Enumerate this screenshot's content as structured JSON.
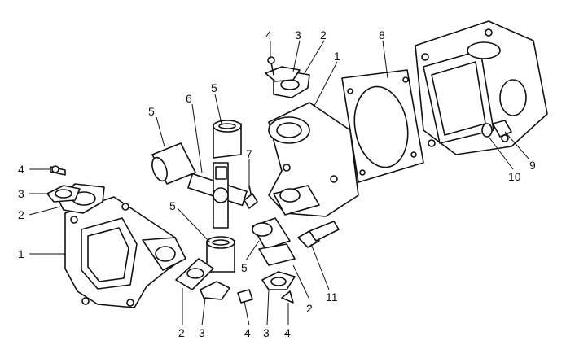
{
  "callouts": [
    {
      "id": "lbl-4-a",
      "text": "4"
    },
    {
      "id": "lbl-3-a",
      "text": "3"
    },
    {
      "id": "lbl-2-a",
      "text": "2"
    },
    {
      "id": "lbl-1-a",
      "text": "1"
    },
    {
      "id": "lbl-8",
      "text": "8"
    },
    {
      "id": "lbl-5-a",
      "text": "5"
    },
    {
      "id": "lbl-6",
      "text": "6"
    },
    {
      "id": "lbl-5-b",
      "text": "5"
    },
    {
      "id": "lbl-7",
      "text": "7"
    },
    {
      "id": "lbl-4-b",
      "text": "4"
    },
    {
      "id": "lbl-3-b",
      "text": "3"
    },
    {
      "id": "lbl-2-b",
      "text": "2"
    },
    {
      "id": "lbl-1-b",
      "text": "1"
    },
    {
      "id": "lbl-5-c",
      "text": "5"
    },
    {
      "id": "lbl-5-d",
      "text": "5"
    },
    {
      "id": "lbl-11",
      "text": "11"
    },
    {
      "id": "lbl-2-c",
      "text": "2"
    },
    {
      "id": "lbl-2-d",
      "text": "2"
    },
    {
      "id": "lbl-3-c",
      "text": "3"
    },
    {
      "id": "lbl-4-c",
      "text": "4"
    },
    {
      "id": "lbl-3-d",
      "text": "3"
    },
    {
      "id": "lbl-4-d",
      "text": "4"
    },
    {
      "id": "lbl-9",
      "text": "9"
    },
    {
      "id": "lbl-10",
      "text": "10"
    }
  ]
}
